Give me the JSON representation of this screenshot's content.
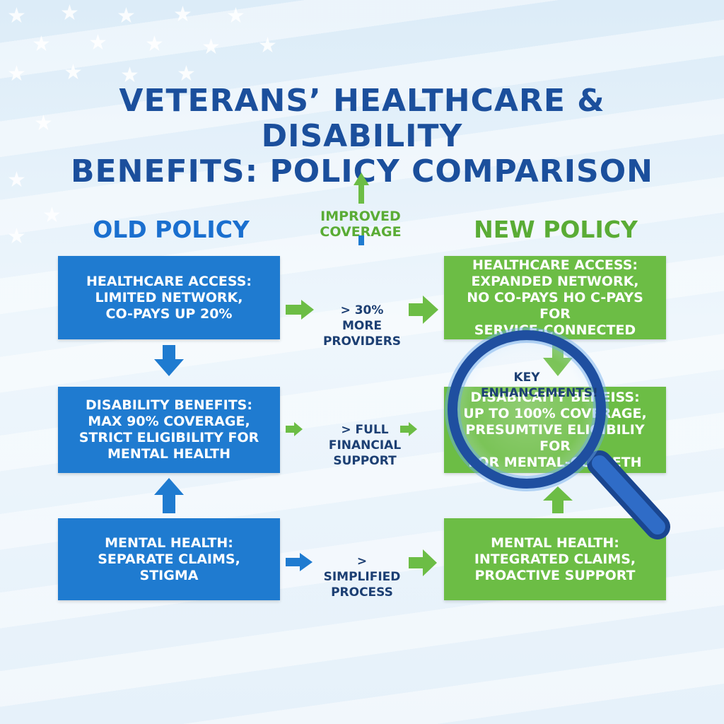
{
  "title": {
    "line1": "VETERANS’ HEALTHCARE & DISABILITY",
    "line2": "BENEFITS: POLICY COMPARISON"
  },
  "columns": {
    "old": "OLD POLICY",
    "new": "NEW POLICY"
  },
  "improved_label": "IMPROVED COVERAGE",
  "old_boxes": [
    {
      "text": "HEALTHCARE ACCESS:\nLIMITED NETWORK,\nCO-PAYS UP 20%"
    },
    {
      "text": "DISABILITY BENEFITS:\nMAX 90% COVERAGE,\nSTRICT ELIGIBILITY FOR\nMENTAL HEALTH"
    },
    {
      "text": "MENTAL HEALTH:\nSEPARATE CLAIMS,\nSTIGMA"
    }
  ],
  "new_boxes": [
    {
      "text": "HEALTHCARE ACCESS:\nEXPANDED NETWORK,\nNO CO-PAYS HO C-PAYS FOR\nSERVICE-CONNECTED"
    },
    {
      "text": "DISABICAITY BENEISS:\nUP TO 100% COVERAGE,\nPRESUMTIVE ELIGIBILIY FOR\nFOR MENTAL-CONEETH"
    },
    {
      "text": "MENTAL HEALTH:\nINTEGRATED CLAIMS,\nPROACTIVE SUPPORT"
    }
  ],
  "middle_labels": [
    {
      "text": "> 30% MORE\nPROVIDERS"
    },
    {
      "text": "> FULL FINANCIAL\nSUPPORT"
    },
    {
      "text": "> SIMPLIFIED\nPROCESS"
    }
  ],
  "magnifier": {
    "label_line1": "KEY",
    "label_line2": "ENHANCEMENTS!",
    "icon": "magnifying-glass-icon"
  },
  "colors": {
    "title": "#1b4f9c",
    "old_blue": "#1f7bd0",
    "new_green": "#6cbd45",
    "label_navy": "#1c3f73",
    "lens_ring": "#1f4fa0"
  }
}
